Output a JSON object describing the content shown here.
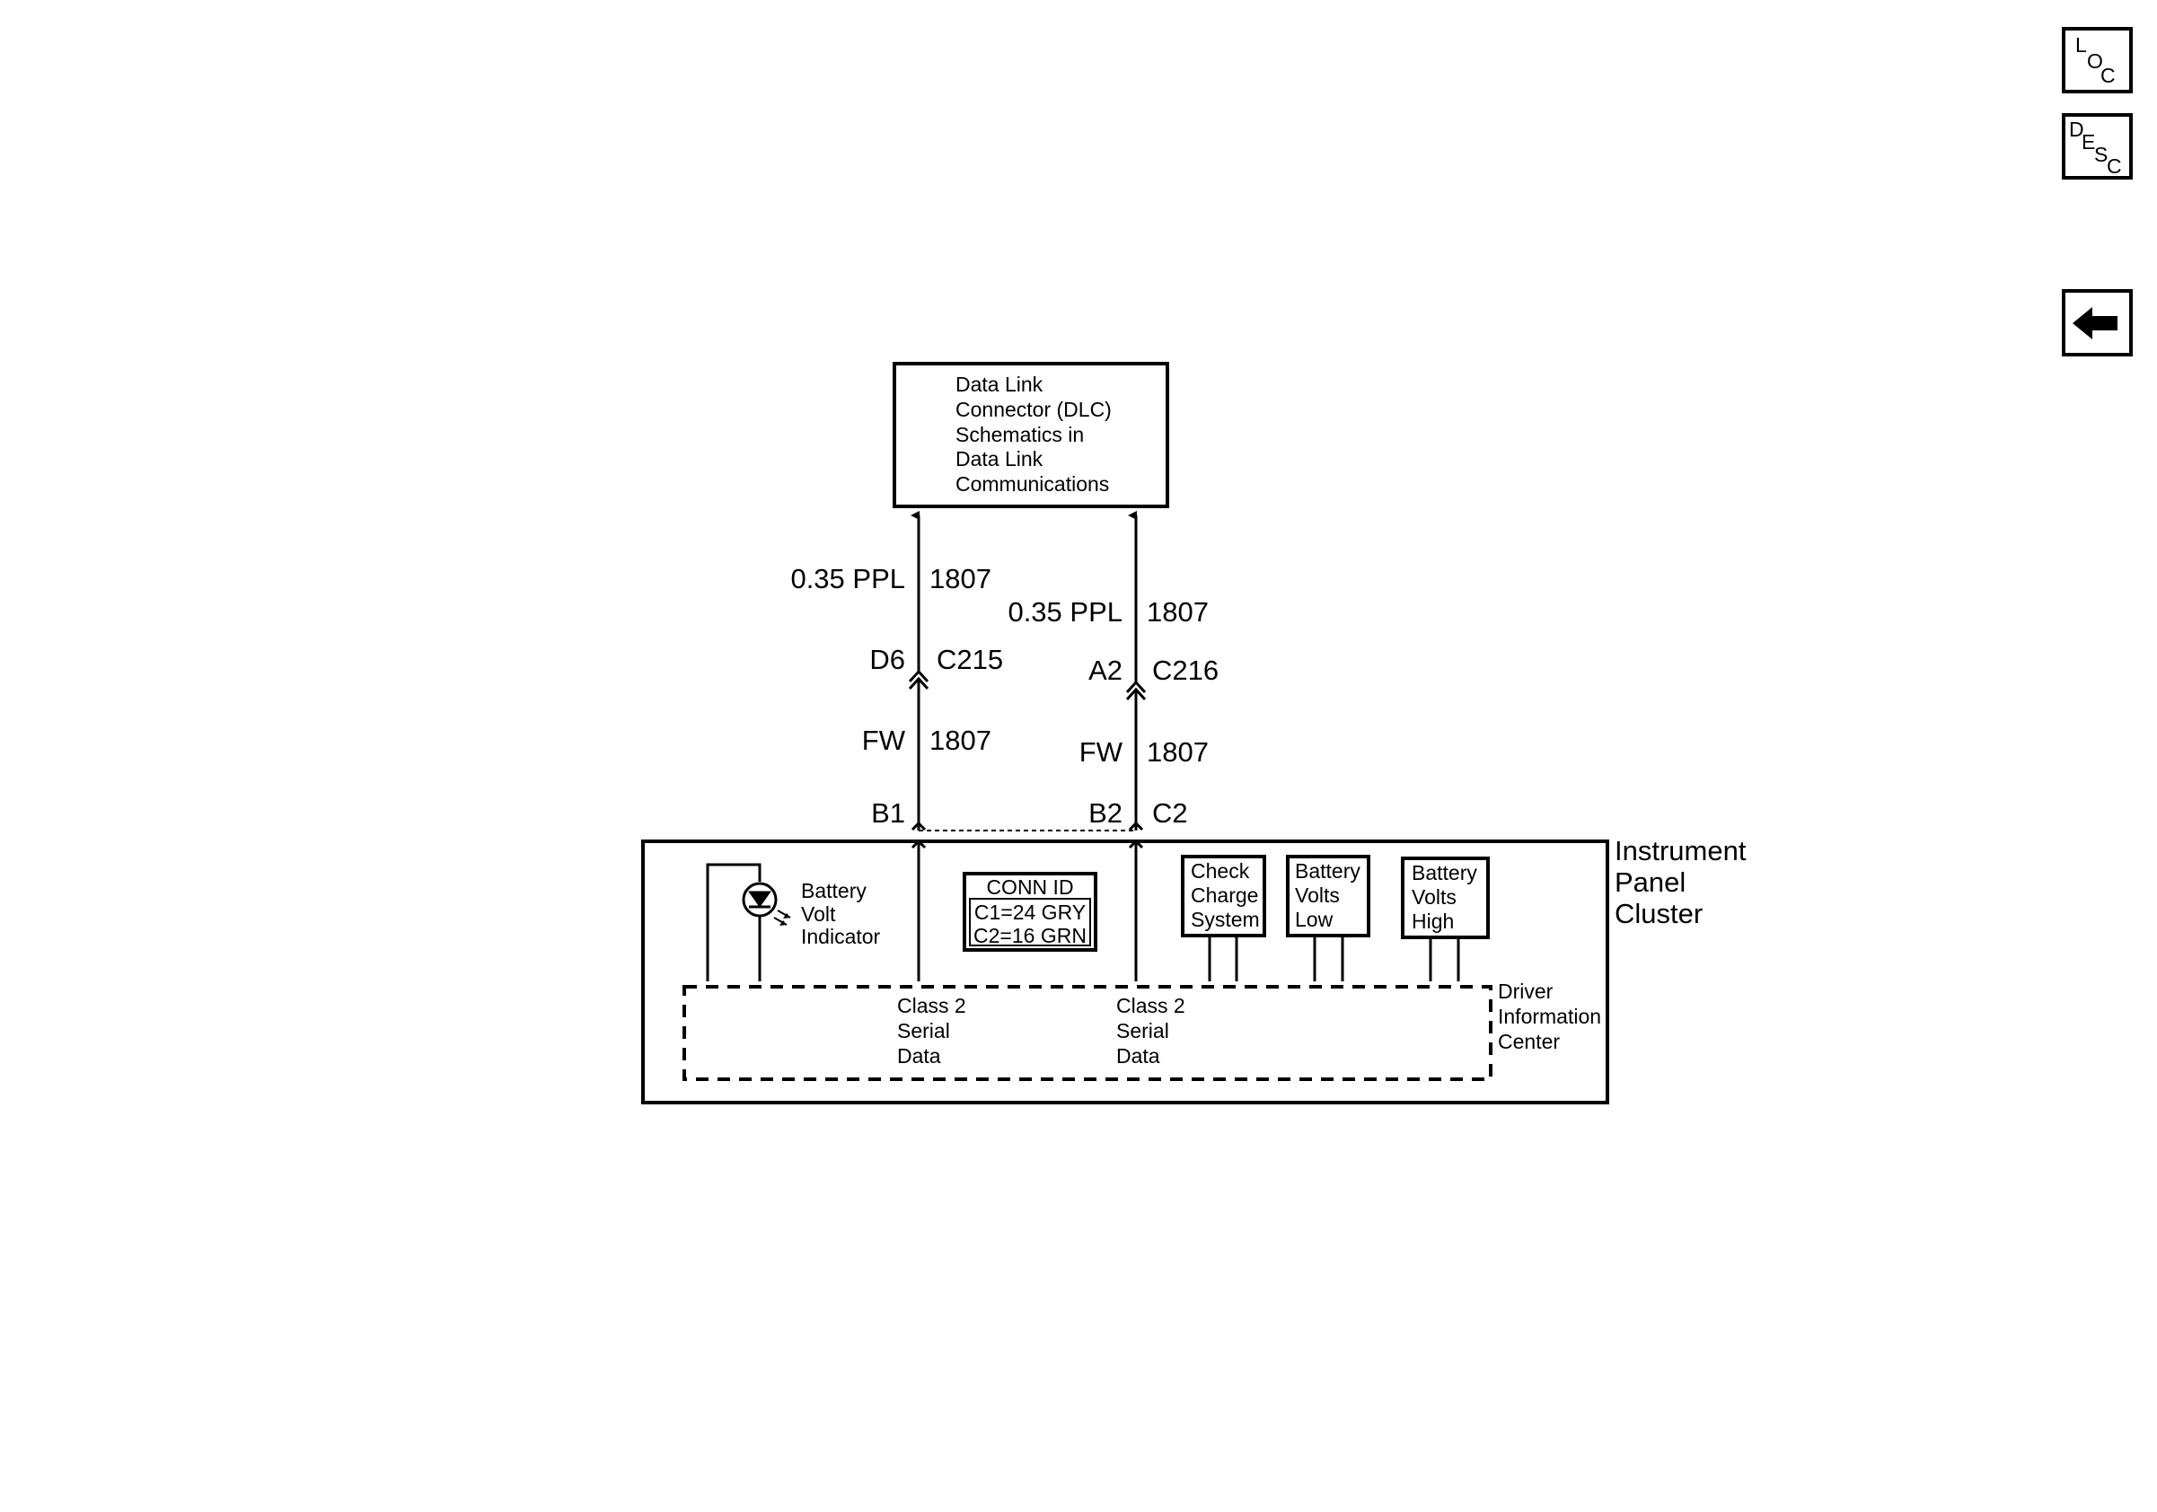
{
  "nav": {
    "loc": [
      "L",
      "O",
      "C"
    ],
    "desc": [
      "D",
      "E",
      "S",
      "C"
    ],
    "back_icon": "arrow-left-icon"
  },
  "dlc_box": {
    "lines": [
      "Data Link",
      "Connector (DLC)",
      "Schematics in",
      "Data Link",
      "Communications"
    ]
  },
  "left_circuit": {
    "upper_wire_size_color": "0.35 PPL",
    "upper_circuit": "1807",
    "pin": "D6",
    "connector": "C215",
    "lower_wire_color": "FW",
    "lower_circuit": "1807",
    "cluster_pin": "B1"
  },
  "right_circuit": {
    "upper_wire_size_color": "0.35 PPL",
    "upper_circuit": "1807",
    "pin": "A2",
    "connector": "C216",
    "lower_wire_color": "FW",
    "lower_circuit": "1807",
    "cluster_pin": "B2",
    "cluster_connector": "C2"
  },
  "cluster": {
    "title_lines": [
      "Instrument",
      "Panel",
      "Cluster"
    ],
    "indicator_lines": [
      "Battery",
      "Volt",
      "Indicator"
    ],
    "conn_id": {
      "title": "CONN ID",
      "rows": [
        "C1=24 GRY",
        "C2=16 GRN"
      ]
    },
    "serial_left_lines": [
      "Class 2",
      "Serial",
      "Data"
    ],
    "serial_right_lines": [
      "Class 2",
      "Serial",
      "Data"
    ],
    "messages": [
      [
        "Check",
        "Charge",
        "System"
      ],
      [
        "Battery",
        "Volts",
        "Low"
      ],
      [
        "Battery",
        "Volts",
        "High"
      ]
    ],
    "dic_lines": [
      "Driver",
      "Information",
      "Center"
    ]
  }
}
